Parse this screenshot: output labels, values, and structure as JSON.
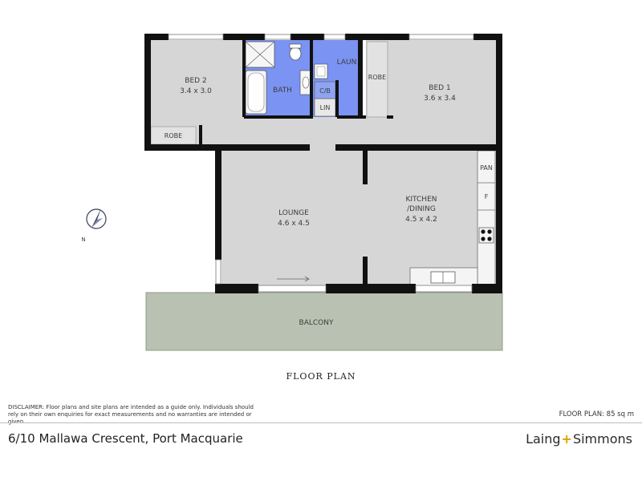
{
  "rooms": {
    "bed2": {
      "name": "BED 2",
      "dims": "3.4 x 3.0"
    },
    "bed1": {
      "name": "BED 1",
      "dims": "3.6 x 3.4"
    },
    "bath": "BATH",
    "laun": "LAUN",
    "cb": "C/B",
    "lin": "LIN",
    "robe": "ROBE",
    "lounge": {
      "name": "LOUNGE",
      "dims": "4.6 x 4.5"
    },
    "kitchen": {
      "line1": "KITCHEN",
      "line2": "/DINING",
      "dims": "4.5 x 4.2"
    },
    "pan": "PAN",
    "fridge": "F",
    "balcony": "BALCONY"
  },
  "compass": {
    "north_label": "N"
  },
  "colors": {
    "wet_area": "#7b93f2",
    "floor": "#d6d6d6",
    "balcony": "#b9c2b2",
    "wall": "#111111"
  },
  "caption": "FLOOR PLAN",
  "disclaimer": "DISCLAIMER: Floor plans and site plans are intended as a guide only. Individuals should rely on their own enquiries for exact measurements and no warranties are intended or given.",
  "floor_area": "FLOOR PLAN: 85 sq m",
  "address": "6/10 Mallawa Crescent, Port Macquarie",
  "brand": {
    "left": "Laing",
    "symbol": "+",
    "right": "Simmons"
  }
}
